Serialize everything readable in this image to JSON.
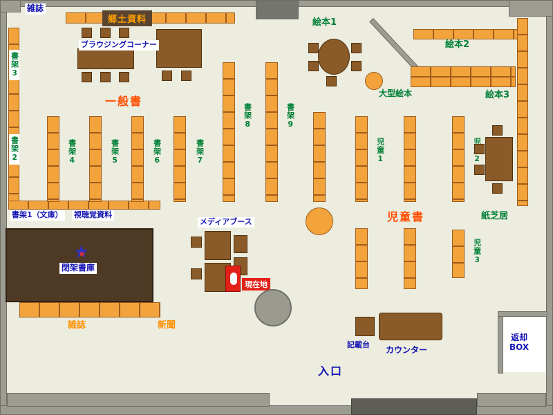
{
  "colors": {
    "floor": "#ECECDF",
    "wall": "#9C9C93",
    "shelf_orange": "#F2A33C",
    "table_brown": "#8A5A28",
    "stacks_brown": "#4E3A24",
    "label_blue": "#1414B4",
    "label_green": "#008037",
    "label_red_orange": "#FF4E00",
    "current_location_red": "#E32017"
  },
  "labels": {
    "magazines_top": "雑誌",
    "kyodo_shiryo": "郷土資料",
    "browsing_corner": "ブラウジングコーナー",
    "shoka_3": "書架3",
    "shoka_2": "書架2",
    "ippansho": "一般書",
    "shoka_4": "書架4",
    "shoka_5": "書架5",
    "shoka_6": "書架6",
    "shoka_7": "書架7",
    "shoka_8": "書架8",
    "shoka_9": "書架9",
    "ehon_1": "絵本1",
    "ehon_2": "絵本2",
    "ehon_3": "絵本3",
    "ogata_ehon": "大型絵本",
    "jido_1": "児童1",
    "jido_2": "児童2",
    "jido_3": "児童3",
    "jidosho": "児童書",
    "kamishibai": "紙芝居",
    "shoka_1_bunko": "書架1（文庫）",
    "shichokaku": "視聴覚資料",
    "media_booth": "メディアブース",
    "heika_shoko": "閉架書庫",
    "genzaichi": "現在地",
    "magazines_bottom": "雑誌",
    "shimbun": "新聞",
    "kisaidai": "記載台",
    "counter": "カウンター",
    "henkyaku_1": "返却",
    "henkyaku_2": "BOX",
    "iriguchi": "入口"
  }
}
